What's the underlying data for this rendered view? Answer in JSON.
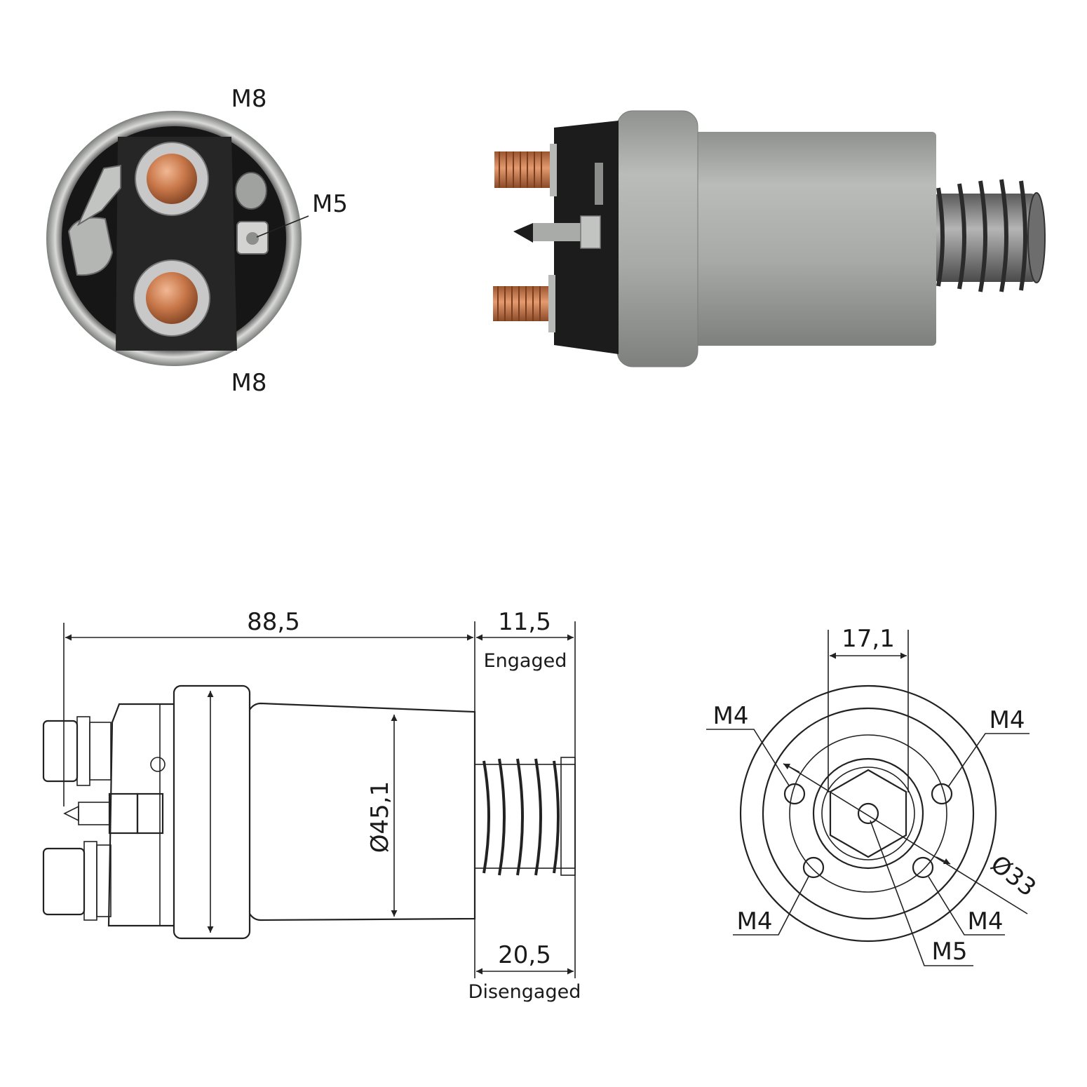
{
  "photo_end_view": {
    "top_terminal_label": "M8",
    "side_terminal_label": "M5",
    "bottom_terminal_label": "M8"
  },
  "side_drawing": {
    "overall_length": "88,5",
    "stroke_engaged_value": "11,5",
    "stroke_engaged_label": "Engaged",
    "stroke_disengaged_value": "20,5",
    "stroke_disengaged_label": "Disengaged",
    "body_diameter": "Ø45,1"
  },
  "end_drawing": {
    "hex_width": "17,1",
    "hole_top_left": "M4",
    "hole_top_right": "M4",
    "hole_bottom_left": "M4",
    "hole_bottom_right": "M4",
    "center_thread": "M5",
    "bolt_circle": "Ø33"
  },
  "colors": {
    "copper": "#c9784a",
    "housing": "#a9aca8",
    "cap": "#1d1d1d",
    "line": "#222222"
  }
}
